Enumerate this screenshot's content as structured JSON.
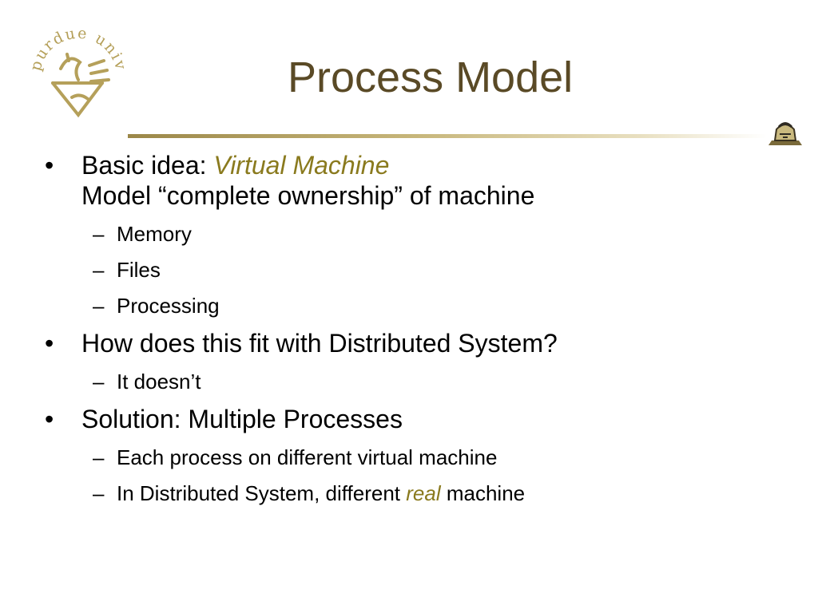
{
  "slide": {
    "title": "Process Model",
    "colors": {
      "title": "#5a4a26",
      "accent": "#8a7a1e",
      "rule": "#9b8748",
      "seal": "#b5a05a"
    },
    "logos": {
      "seal_text": "purdue university",
      "seal_icon": "griffin-seal-icon",
      "corner_icon": "purdue-pete-icon"
    },
    "bullet_glyph": "•",
    "dash_glyph": "–",
    "b1": {
      "prefix": "Basic idea: ",
      "emph": "Virtual Machine",
      "line2": "Model “complete ownership” of machine",
      "subs": [
        "Memory",
        "Files",
        "Processing"
      ]
    },
    "b2": {
      "text": "How does this fit with Distributed System?",
      "subs": [
        "It doesn’t"
      ]
    },
    "b3": {
      "text": "Solution:  Multiple Processes",
      "sub1": "Each process on different virtual machine",
      "sub2_prefix": "In Distributed System, different ",
      "sub2_emph": "real",
      "sub2_suffix": " machine"
    }
  }
}
